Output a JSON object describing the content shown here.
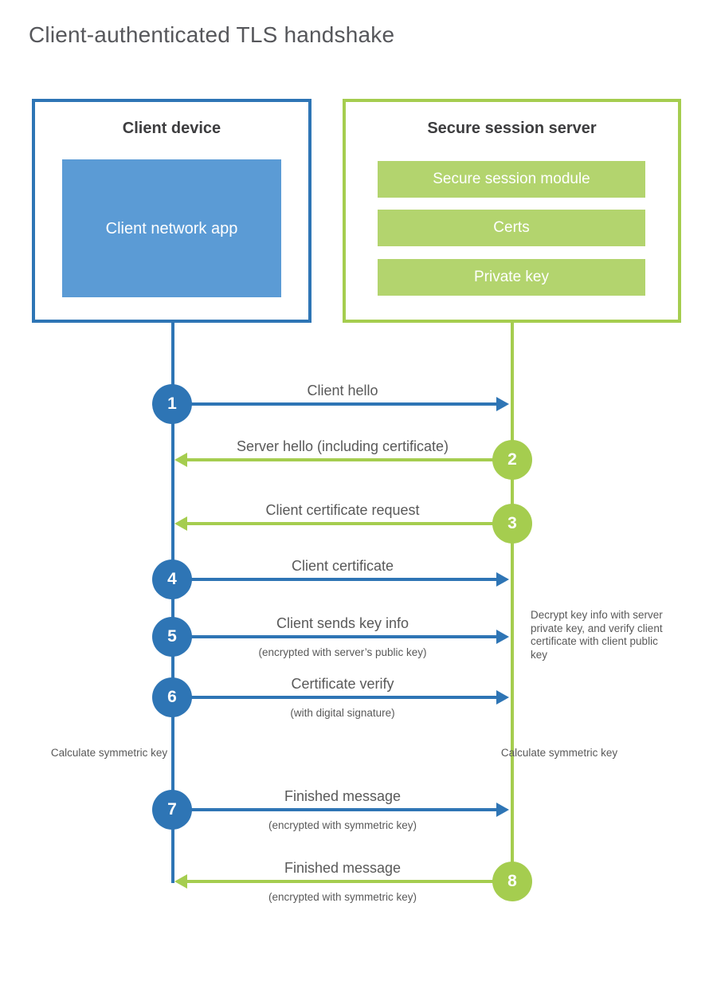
{
  "title": "Client-authenticated TLS handshake",
  "client": {
    "title": "Client device",
    "app_label": "Client network app"
  },
  "server": {
    "title": "Secure session server",
    "modules": [
      "Secure session module",
      "Certs",
      "Private key"
    ]
  },
  "steps": [
    {
      "num": "1",
      "label": "Client hello",
      "direction": "right",
      "color": "blue"
    },
    {
      "num": "2",
      "label": "Server hello (including certificate)",
      "direction": "left",
      "color": "green"
    },
    {
      "num": "3",
      "label": "Client certificate request",
      "direction": "left",
      "color": "green"
    },
    {
      "num": "4",
      "label": "Client certificate",
      "direction": "right",
      "color": "blue"
    },
    {
      "num": "5",
      "label": "Client sends key info",
      "sub": "(encrypted with server’s public key)",
      "direction": "right",
      "color": "blue"
    },
    {
      "num": "6",
      "label": "Certificate verify",
      "sub": "(with digital signature)",
      "direction": "right",
      "color": "blue"
    },
    {
      "num": "7",
      "label": "Finished message",
      "sub": "(encrypted with symmetric key)",
      "direction": "right",
      "color": "blue"
    },
    {
      "num": "8",
      "label": "Finished message",
      "sub": "(encrypted with symmetric key)",
      "direction": "left",
      "color": "green"
    }
  ],
  "notes": {
    "decrypt": "Decrypt key info with server private key, and verify client certificate with client public key",
    "calculate_left": "Calculate symmetric key",
    "calculate_right": "Calculate symmetric key"
  },
  "colors": {
    "blue": "#2e75b5",
    "blue_fill": "#5b9bd5",
    "green": "#a5cd4f",
    "green_fill": "#b3d46e",
    "text": "#595959"
  }
}
